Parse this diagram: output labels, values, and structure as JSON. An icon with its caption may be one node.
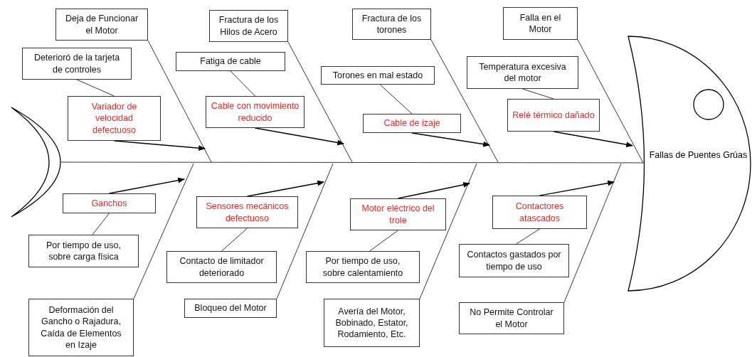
{
  "diagram": {
    "nodes": [
      {
        "text": [],
        "shape": "crescent"
      },
      {
        "text": [
          "Deja de Funcionar el Motor"
        ]
      },
      {
        "text": [
          "Deterioró de la tarjeta de controles"
        ]
      },
      {
        "text": [
          "Variador de velocidad defectuoso"
        ]
      },
      {
        "text": [
          "Fractura de los Hilos de Acero"
        ]
      },
      {
        "text": [
          "Fatiga de cable"
        ]
      },
      {
        "text": [
          "Cable con movimiento reducido"
        ]
      },
      {
        "text": [
          "Fractura de los torones"
        ]
      },
      {
        "text": [
          "Torones en mal estado"
        ]
      },
      {
        "text": [
          "Cable de izaje"
        ]
      },
      {
        "text": [
          "Falla en el Motor"
        ]
      },
      {
        "text": [
          "Temperatura excesiva del motor"
        ]
      },
      {
        "text": [
          "Relé térmico dañado"
        ]
      },
      {
        "text": [
          "Ganchos"
        ]
      },
      {
        "text": [
          "Por tiempo de uso, sobre carga física"
        ]
      },
      {
        "text": [
          "Deformación del Gancho o Rajadura, Caída de Elementos en Izaje"
        ]
      },
      {
        "text": [
          "Sensores mecánicos defectuoso"
        ]
      },
      {
        "text": [
          "Contacto de limitador deteriorado"
        ]
      },
      {
        "text": [
          "Bloqueo del Motor"
        ]
      },
      {
        "text": [
          "Motor eléctrico del trole"
        ]
      },
      {
        "text": [
          "Por tiempo de uso, sobre calentamiento"
        ]
      },
      {
        "text": [
          "Avería del Motor, Bobinado, Estator, Rodamiento, Etc."
        ]
      },
      {
        "text": [
          "Contactores atascados"
        ]
      },
      {
        "text": [
          "Contactos gastados por tiempo de uso"
        ]
      },
      {
        "text": [
          "No Permite Controlar el Motor"
        ]
      },
      {
        "text": [
          "Fallas de Puentes Grúas"
        ]
      }
    ],
    "edges": [
      {
        "from": 0,
        "to": 25,
        "arrow": "none"
      },
      {
        "from": 1,
        "to": null,
        "arrow": "none"
      },
      {
        "from": 2,
        "to": 3,
        "arrow": "none"
      },
      {
        "from": 3,
        "to": null,
        "arrow": "to"
      },
      {
        "from": 4,
        "to": null,
        "arrow": "none"
      },
      {
        "from": 5,
        "to": 6,
        "arrow": "none"
      },
      {
        "from": 6,
        "to": null,
        "arrow": "to"
      },
      {
        "from": 7,
        "to": null,
        "arrow": "none"
      },
      {
        "from": 8,
        "to": 9,
        "arrow": "none"
      },
      {
        "from": 9,
        "to": null,
        "arrow": "to"
      },
      {
        "from": 10,
        "to": 25,
        "arrow": "none"
      },
      {
        "from": 11,
        "to": 12,
        "arrow": "none"
      },
      {
        "from": 12,
        "to": 25,
        "arrow": "to"
      },
      {
        "from": 15,
        "to": null,
        "arrow": "none"
      },
      {
        "from": 13,
        "to": 14,
        "arrow": "none"
      },
      {
        "from": 13,
        "to": null,
        "arrow": "to"
      },
      {
        "from": 18,
        "to": null,
        "arrow": "none"
      },
      {
        "from": 16,
        "to": 17,
        "arrow": "none"
      },
      {
        "from": 16,
        "to": null,
        "arrow": "to"
      },
      {
        "from": 21,
        "to": null,
        "arrow": "none"
      },
      {
        "from": 19,
        "to": 20,
        "arrow": "none"
      },
      {
        "from": 19,
        "to": null,
        "arrow": "to"
      },
      {
        "from": 24,
        "to": null,
        "arrow": "none"
      },
      {
        "from": 22,
        "to": 23,
        "arrow": "none"
      },
      {
        "from": 22,
        "to": null,
        "arrow": "to"
      }
    ]
  }
}
